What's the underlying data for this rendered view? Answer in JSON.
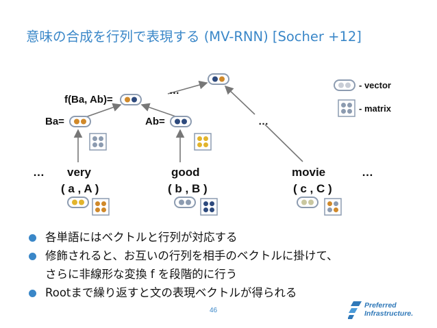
{
  "slide": {
    "title": "意味の合成を行列で表現する (MV-RNN) [Socher +12]",
    "page_number": "46"
  },
  "diagram": {
    "root_ellipsis": "…",
    "mid_ellipsis": "…",
    "node_labels": {
      "f": "f(Ba, Ab)=",
      "ba": "Ba=",
      "ab": "Ab="
    },
    "words": {
      "very": "very",
      "good": "good",
      "movie": "movie",
      "left_ellipsis": "…",
      "right_ellipsis": "…"
    },
    "pairs": {
      "a": "( a , A )",
      "b": "( b , B )",
      "c": "( c , C )"
    },
    "legend": {
      "vector": "- vector",
      "matrix": "- matrix"
    },
    "colors": {
      "orange": "#d0892a",
      "blue": "#2e4a7d",
      "grey": "#8c9bb0",
      "yellow": "#e2b42c"
    }
  },
  "bullets": [
    "各単語にはベクトルと行列が対応する",
    "修飾されると、お互いの行列を相手のベクトルに掛けて、",
    "さらに非線形な変換 f を段階的に行う",
    "Rootまで繰り返すと文の表現ベクトルが得られる"
  ],
  "logo": {
    "line1": "Preferred",
    "line2": "Infrastructure."
  }
}
